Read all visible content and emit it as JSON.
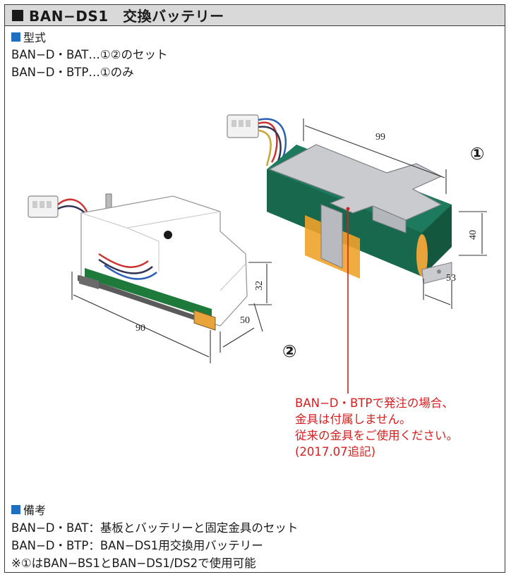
{
  "title": "BAN−DS1　交換バッテリー",
  "model": {
    "heading": "型式",
    "lines": [
      "BAN−D・BAT…①②のセット",
      "BAN−D・BTP…①のみ"
    ]
  },
  "figure": {
    "label_1": "①",
    "label_2": "②",
    "dims_battery": {
      "length": "99",
      "height": "40",
      "depth": "53"
    },
    "dims_bracket": {
      "length": "90",
      "height": "32",
      "depth": "50"
    }
  },
  "note": {
    "lines": [
      "BAN−D・BTPで発注の場合、",
      "金具は付属しません。",
      "従来の金具をご使用ください。",
      "(2017.07追記)"
    ]
  },
  "remarks": {
    "heading": "備考",
    "lines": [
      "BAN−D・BAT：基板とバッテリーと固定金具のセット",
      "BAN−D・BTP：BAN−DS1用交換用バッテリー",
      "※①はBAN−BS1とBAN−DS1/DS2で使用可能"
    ]
  },
  "colors": {
    "title_bg": "#d9d9d9",
    "bullet_blue": "#1e6fc0",
    "note_red": "#d42020",
    "battery_green": "#1d7a5c"
  }
}
